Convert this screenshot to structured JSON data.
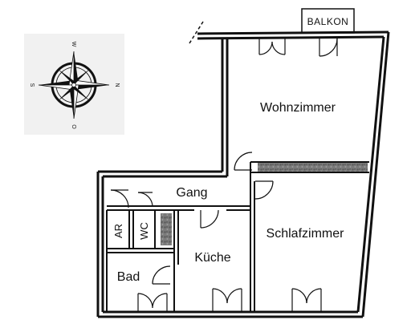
{
  "compass": {
    "letters": {
      "north": "N",
      "south": "S",
      "west": "W",
      "east": "O"
    },
    "panel_color": "#f1f1f1"
  },
  "balcony": {
    "label": "BALKON"
  },
  "rooms": {
    "wohnzimmer": "Wohnzimmer",
    "schlafzimmer": "Schlafzimmer",
    "gang": "Gang",
    "kueche": "Küche",
    "bad": "Bad",
    "ar": "AR",
    "wc": "WC"
  },
  "colors": {
    "wall": "#111111",
    "shaft_fill": "#6e6e6e",
    "background": "#ffffff"
  }
}
